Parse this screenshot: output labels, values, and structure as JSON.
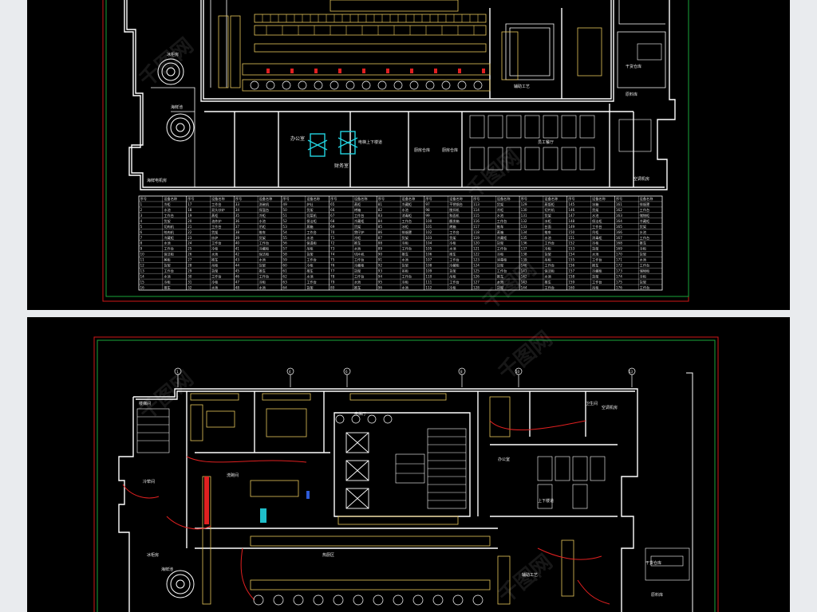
{
  "top_drawing": {
    "room_labels": {
      "ice_maker": "冰柜房",
      "water_room": "海鲜池",
      "smoke_room": "海鲜电机房",
      "office": "办公室",
      "finance": "财务室",
      "stairs": "电梯上下楼道",
      "staff_dining": "员工餐厅",
      "warehouse_1": "厨房仓库",
      "warehouse_2": "厨房仓库",
      "aux": "辅助工艺",
      "dry_store": "干货仓库",
      "fresh": "原料库",
      "aircon": "空调机房"
    },
    "table": {
      "headers": [
        "序号",
        "设备名称",
        "序号",
        "设备名称",
        "序号",
        "设备名称",
        "序号",
        "设备名称",
        "序号",
        "设备名称",
        "序号",
        "设备名称",
        "序号",
        "设备名称",
        "序号",
        "设备名称",
        "序号",
        "设备名称",
        "序号",
        "设备名称",
        "序号",
        "设备名称"
      ],
      "rows": [
        [
          "1",
          "冷柜",
          "17",
          "工作台",
          "33",
          "洗碗机",
          "49",
          "炉灶",
          "65",
          "蒸柜",
          "81",
          "冷藏柜",
          "97",
          "不锈钢台",
          "113",
          "货架",
          "129",
          "蒸饭柜",
          "145",
          "冰箱",
          "161",
          "排烟罩"
        ],
        [
          "2",
          "水池",
          "18",
          "双头炒炉",
          "34",
          "保温台",
          "50",
          "货架",
          "66",
          "烤箱",
          "82",
          "水池",
          "98",
          "搅拌机",
          "114",
          "冷柜",
          "130",
          "切片机",
          "146",
          "货架",
          "162",
          "工作台"
        ],
        [
          "3",
          "工作台",
          "19",
          "蒸柜",
          "35",
          "冷柜",
          "51",
          "切菜机",
          "67",
          "工作台",
          "83",
          "消毒柜",
          "99",
          "和面机",
          "115",
          "水池",
          "131",
          "货架",
          "147",
          "水池",
          "163",
          "储物柜"
        ],
        [
          "4",
          "货架",
          "20",
          "油炸炉",
          "36",
          "水池",
          "52",
          "保洁柜",
          "68",
          "冷藏柜",
          "84",
          "工作台",
          "100",
          "醒发箱",
          "116",
          "工作台",
          "132",
          "冰柜",
          "148",
          "保洁柜",
          "164",
          "冷藏柜"
        ],
        [
          "5",
          "切肉机",
          "21",
          "工作台",
          "37",
          "吊柜",
          "53",
          "蒸箱",
          "69",
          "货架",
          "85",
          "冰柜",
          "101",
          "烤箱",
          "117",
          "推车",
          "133",
          "台面",
          "149",
          "工作台",
          "165",
          "货架"
        ],
        [
          "6",
          "绞肉机",
          "22",
          "货架",
          "38",
          "推车",
          "54",
          "工作台",
          "70",
          "煲仔炉",
          "86",
          "排烟罩",
          "102",
          "工作台",
          "118",
          "蒸箱",
          "134",
          "推车",
          "150",
          "吊柜",
          "166",
          "水池"
        ],
        [
          "7",
          "冷藏柜",
          "23",
          "炒炉",
          "39",
          "货架",
          "55",
          "水池",
          "71",
          "冷柜",
          "87",
          "货架",
          "103",
          "货架",
          "119",
          "冷藏柜",
          "135",
          "水池",
          "151",
          "消毒柜",
          "167",
          "工作台"
        ],
        [
          "8",
          "水池",
          "24",
          "工作台",
          "40",
          "工作台",
          "56",
          "保温柜",
          "72",
          "推车",
          "88",
          "冷柜",
          "104",
          "冷柜",
          "120",
          "货架",
          "136",
          "工作台",
          "152",
          "冷柜",
          "168",
          "推车"
        ],
        [
          "9",
          "工作台",
          "25",
          "冷柜",
          "41",
          "冷藏柜",
          "57",
          "吊柜",
          "73",
          "水池",
          "89",
          "工作台",
          "105",
          "水池",
          "121",
          "工作台",
          "137",
          "冷柜",
          "153",
          "货架",
          "169",
          "冷柜"
        ],
        [
          "10",
          "保洁柜",
          "26",
          "水池",
          "42",
          "保洁柜",
          "58",
          "货架",
          "74",
          "切片机",
          "90",
          "推车",
          "106",
          "推车",
          "122",
          "冷柜",
          "138",
          "货架",
          "154",
          "水池",
          "170",
          "货架"
        ],
        [
          "11",
          "蒸柜",
          "27",
          "推车",
          "43",
          "水池",
          "59",
          "工作台",
          "75",
          "工作台",
          "91",
          "水池",
          "107",
          "工作台",
          "123",
          "消毒柜",
          "139",
          "吊柜",
          "155",
          "工作台",
          "171",
          "水池"
        ],
        [
          "12",
          "货架",
          "28",
          "吊柜",
          "44",
          "货架",
          "60",
          "冷柜",
          "76",
          "冷藏柜",
          "92",
          "货架",
          "108",
          "冷藏柜",
          "124",
          "货架",
          "140",
          "工作台",
          "156",
          "推车",
          "172",
          "工作台"
        ],
        [
          "13",
          "工作台",
          "29",
          "货架",
          "45",
          "推车",
          "61",
          "推车",
          "77",
          "货架",
          "93",
          "吊柜",
          "109",
          "货架",
          "125",
          "工作台",
          "141",
          "保洁柜",
          "157",
          "冷藏柜",
          "173",
          "储物柜"
        ],
        [
          "14",
          "水池",
          "30",
          "工作台",
          "46",
          "工作台",
          "62",
          "水池",
          "78",
          "工作台",
          "94",
          "工作台",
          "110",
          "吊柜",
          "126",
          "推车",
          "142",
          "水池",
          "158",
          "货架",
          "174",
          "冷柜"
        ],
        [
          "15",
          "冷柜",
          "31",
          "冷柜",
          "47",
          "冷柜",
          "63",
          "工作台",
          "79",
          "水池",
          "95",
          "冷柜",
          "111",
          "工作台",
          "127",
          "水池",
          "143",
          "推车",
          "159",
          "工作台",
          "175",
          "货架"
        ],
        [
          "16",
          "推车",
          "32",
          "水池",
          "48",
          "水池",
          "64",
          "货架",
          "80",
          "推车",
          "96",
          "水池",
          "112",
          "冷柜",
          "128",
          "货架",
          "144",
          "工作台",
          "160",
          "吊柜",
          "176",
          "工作台"
        ]
      ]
    }
  },
  "bottom_drawing": {
    "room_labels": {
      "stair_room": "楼梯间",
      "ice_room": "冰柜房",
      "water_room": "海鲜池",
      "cold_room": "冷荤间",
      "dish_room": "洗碗间",
      "elevator": "电梯厅",
      "stairs_2": "上下楼道",
      "aux": "辅助工艺",
      "dry_store": "干货仓库",
      "fresh_store": "原料库",
      "toilet": "卫生间",
      "office": "办公室",
      "hot_kitchen": "热厨区",
      "aircon": "空调机房"
    },
    "axis_labels": [
      "1",
      "4",
      "6",
      "8",
      "10",
      "13"
    ]
  },
  "watermark": "千图网",
  "colors": {
    "background": "#000000",
    "border_red": "#d01818",
    "border_green": "#1aa63a",
    "wall": "#ffffff",
    "equipment": "#e7c65a",
    "accent_cyan": "#22d3e0",
    "accent_red": "#e02020",
    "accent_magenta": "#d23cd2"
  }
}
